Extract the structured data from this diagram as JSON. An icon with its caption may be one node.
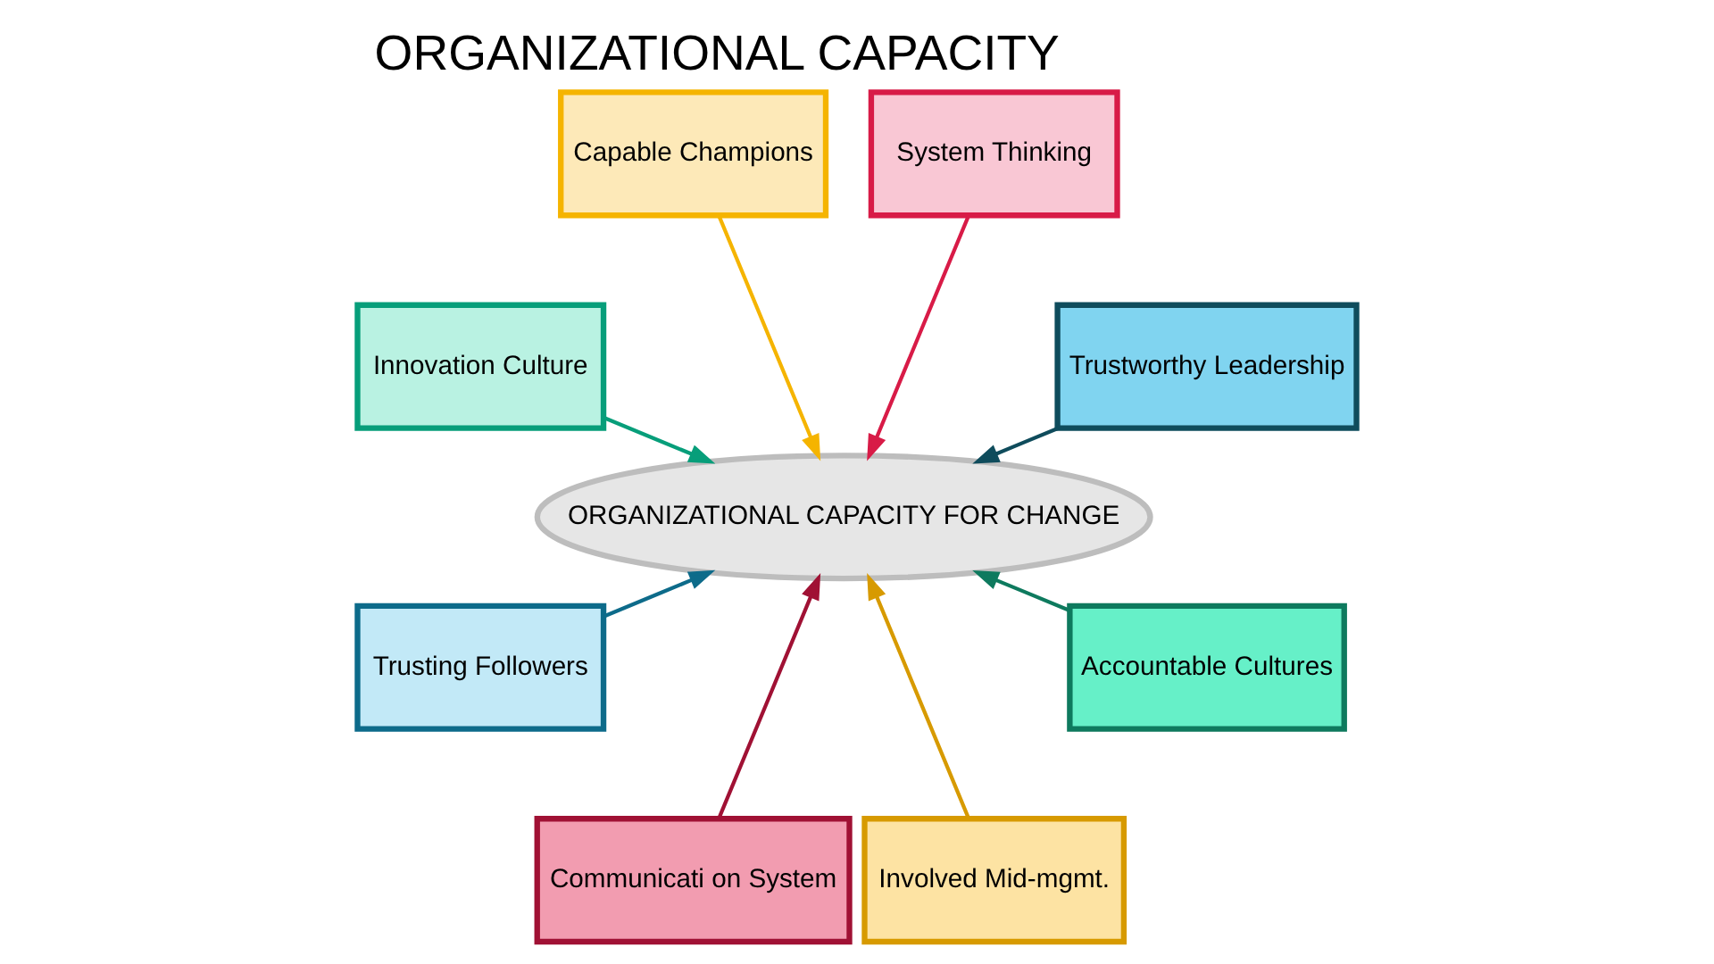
{
  "diagram": {
    "title": "ORGANIZATIONAL CAPACITY",
    "nodes": [
      {
        "text": [
          "ORGANIZATIONAL CAPACITY FOR CHANGE"
        ]
      },
      {
        "text": [
          "Trustworthy Leadership"
        ]
      },
      {
        "text": [
          "System Thinking"
        ]
      },
      {
        "text": [
          "Capable Champions"
        ]
      },
      {
        "text": [
          "Innovation Culture"
        ]
      },
      {
        "text": [
          "Trusting Followers"
        ]
      },
      {
        "text": [
          "Communicati on System"
        ]
      },
      {
        "text": [
          "Involved Mid-mgmt."
        ]
      },
      {
        "text": [
          "Accountable Cultures"
        ]
      }
    ],
    "edges": [
      {
        "from": 1,
        "to": 0,
        "arrow": "to",
        "color": "#0f4c5c"
      },
      {
        "from": 2,
        "to": 0,
        "arrow": "to",
        "color": "#d81b47"
      },
      {
        "from": 3,
        "to": 0,
        "arrow": "to",
        "color": "#f5b400"
      },
      {
        "from": 4,
        "to": 0,
        "arrow": "to",
        "color": "#079e7a"
      },
      {
        "from": 5,
        "to": 0,
        "arrow": "to",
        "color": "#0d6b8a"
      },
      {
        "from": 6,
        "to": 0,
        "arrow": "to",
        "color": "#a01134"
      },
      {
        "from": 7,
        "to": 0,
        "arrow": "to",
        "color": "#d79a00"
      },
      {
        "from": 8,
        "to": 0,
        "arrow": "to",
        "color": "#0e7a5e"
      }
    ]
  }
}
